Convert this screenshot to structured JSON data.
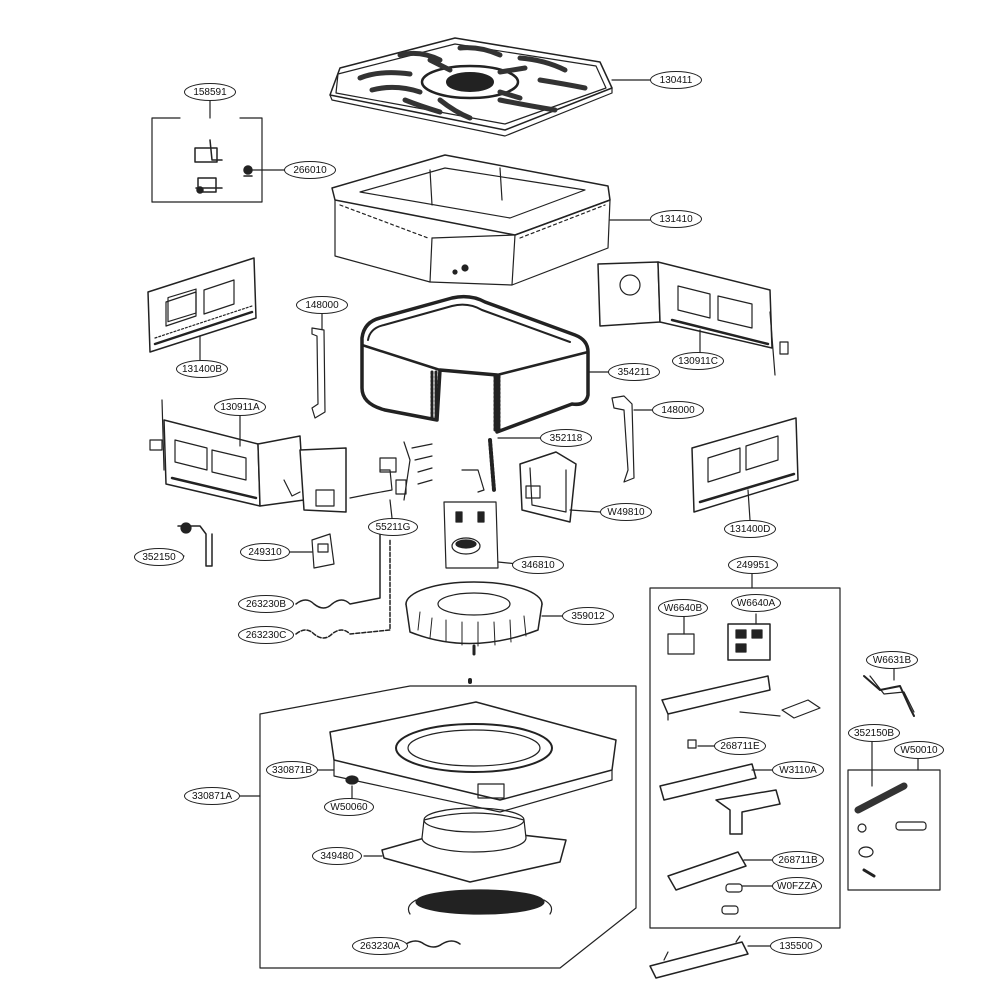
{
  "diagram": {
    "parts": {
      "p130411": "130411",
      "p158591": "158591",
      "p266010": "266010",
      "p131410": "131410",
      "p148000a": "148000",
      "p131400b": "131400B",
      "p130911c": "130911C",
      "p354211": "354211",
      "p130911a": "130911A",
      "p148000b": "148000",
      "p352118": "352118",
      "p131400d": "131400D",
      "p55211g": "55211G",
      "pw49810": "W49810",
      "p352150": "352150",
      "p249310": "249310",
      "p346810": "346810",
      "p249951": "249951",
      "p263230b": "263230B",
      "p359012": "359012",
      "pw6640b": "W6640B",
      "pw6640a": "W6640A",
      "p263230c": "263230C",
      "pw6631b": "W6631B",
      "p268711e": "268711E",
      "p352150b": "352150B",
      "pw50010": "W50010",
      "p330871b": "330871B",
      "pw3110a": "W3110A",
      "p330871a": "330871A",
      "pw50060": "W50060",
      "p349480": "349480",
      "p268711b": "268711B",
      "pw0fzza": "W0FZZA",
      "p263230a": "263230A",
      "p135500": "135500"
    }
  }
}
